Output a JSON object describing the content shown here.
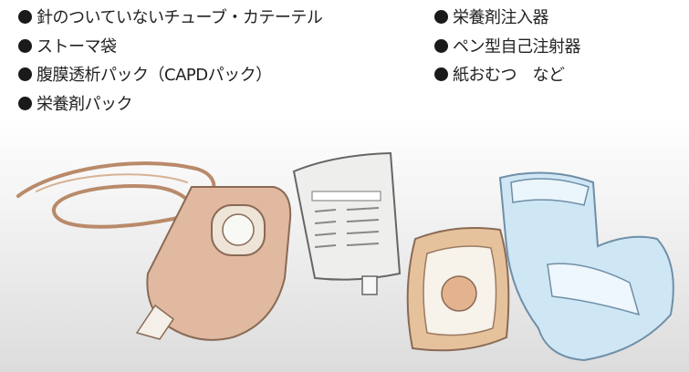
{
  "list_left": [
    "針のついていないチューブ・カテーテル",
    "ストーマ袋",
    "腹膜透析パック（CAPDパック）",
    "栄養剤パック"
  ],
  "list_right": [
    "栄養剤注入器",
    "ペン型自己注射器",
    "紙おむつ　など"
  ],
  "colors": {
    "bag": "#e0b9a0",
    "outline": "#8a6a55",
    "diaper": "#cfe6f5"
  }
}
